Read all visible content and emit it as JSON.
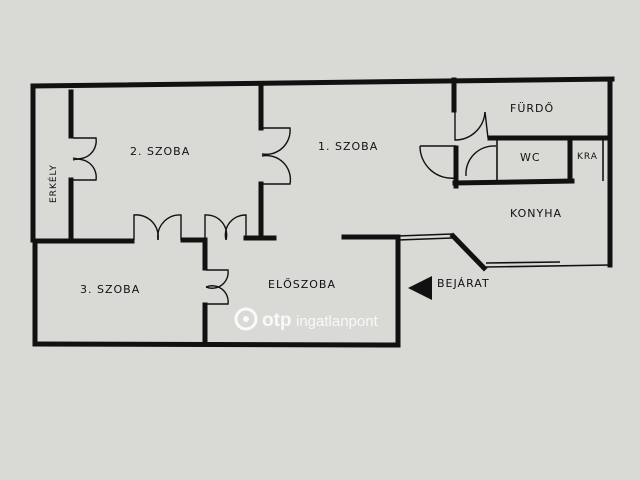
{
  "rooms": {
    "szoba2": "2. SZOBA",
    "szoba1": "1. SZOBA",
    "furdo": "FÜRDŐ",
    "wc": "WC",
    "kra": "KRA",
    "konyha": "KONYHA",
    "erkely": "ERKÉLY",
    "szoba3": "3. SZOBA",
    "eloszoba": "ELŐSZOBA"
  },
  "entrance": {
    "label": "BEJÁRAT"
  },
  "watermark": {
    "brand": "otp",
    "suffix": "ingatlanpont"
  },
  "colors": {
    "paper": "#d9dad5",
    "ink": "#111111",
    "watermark": "#ffffff"
  }
}
